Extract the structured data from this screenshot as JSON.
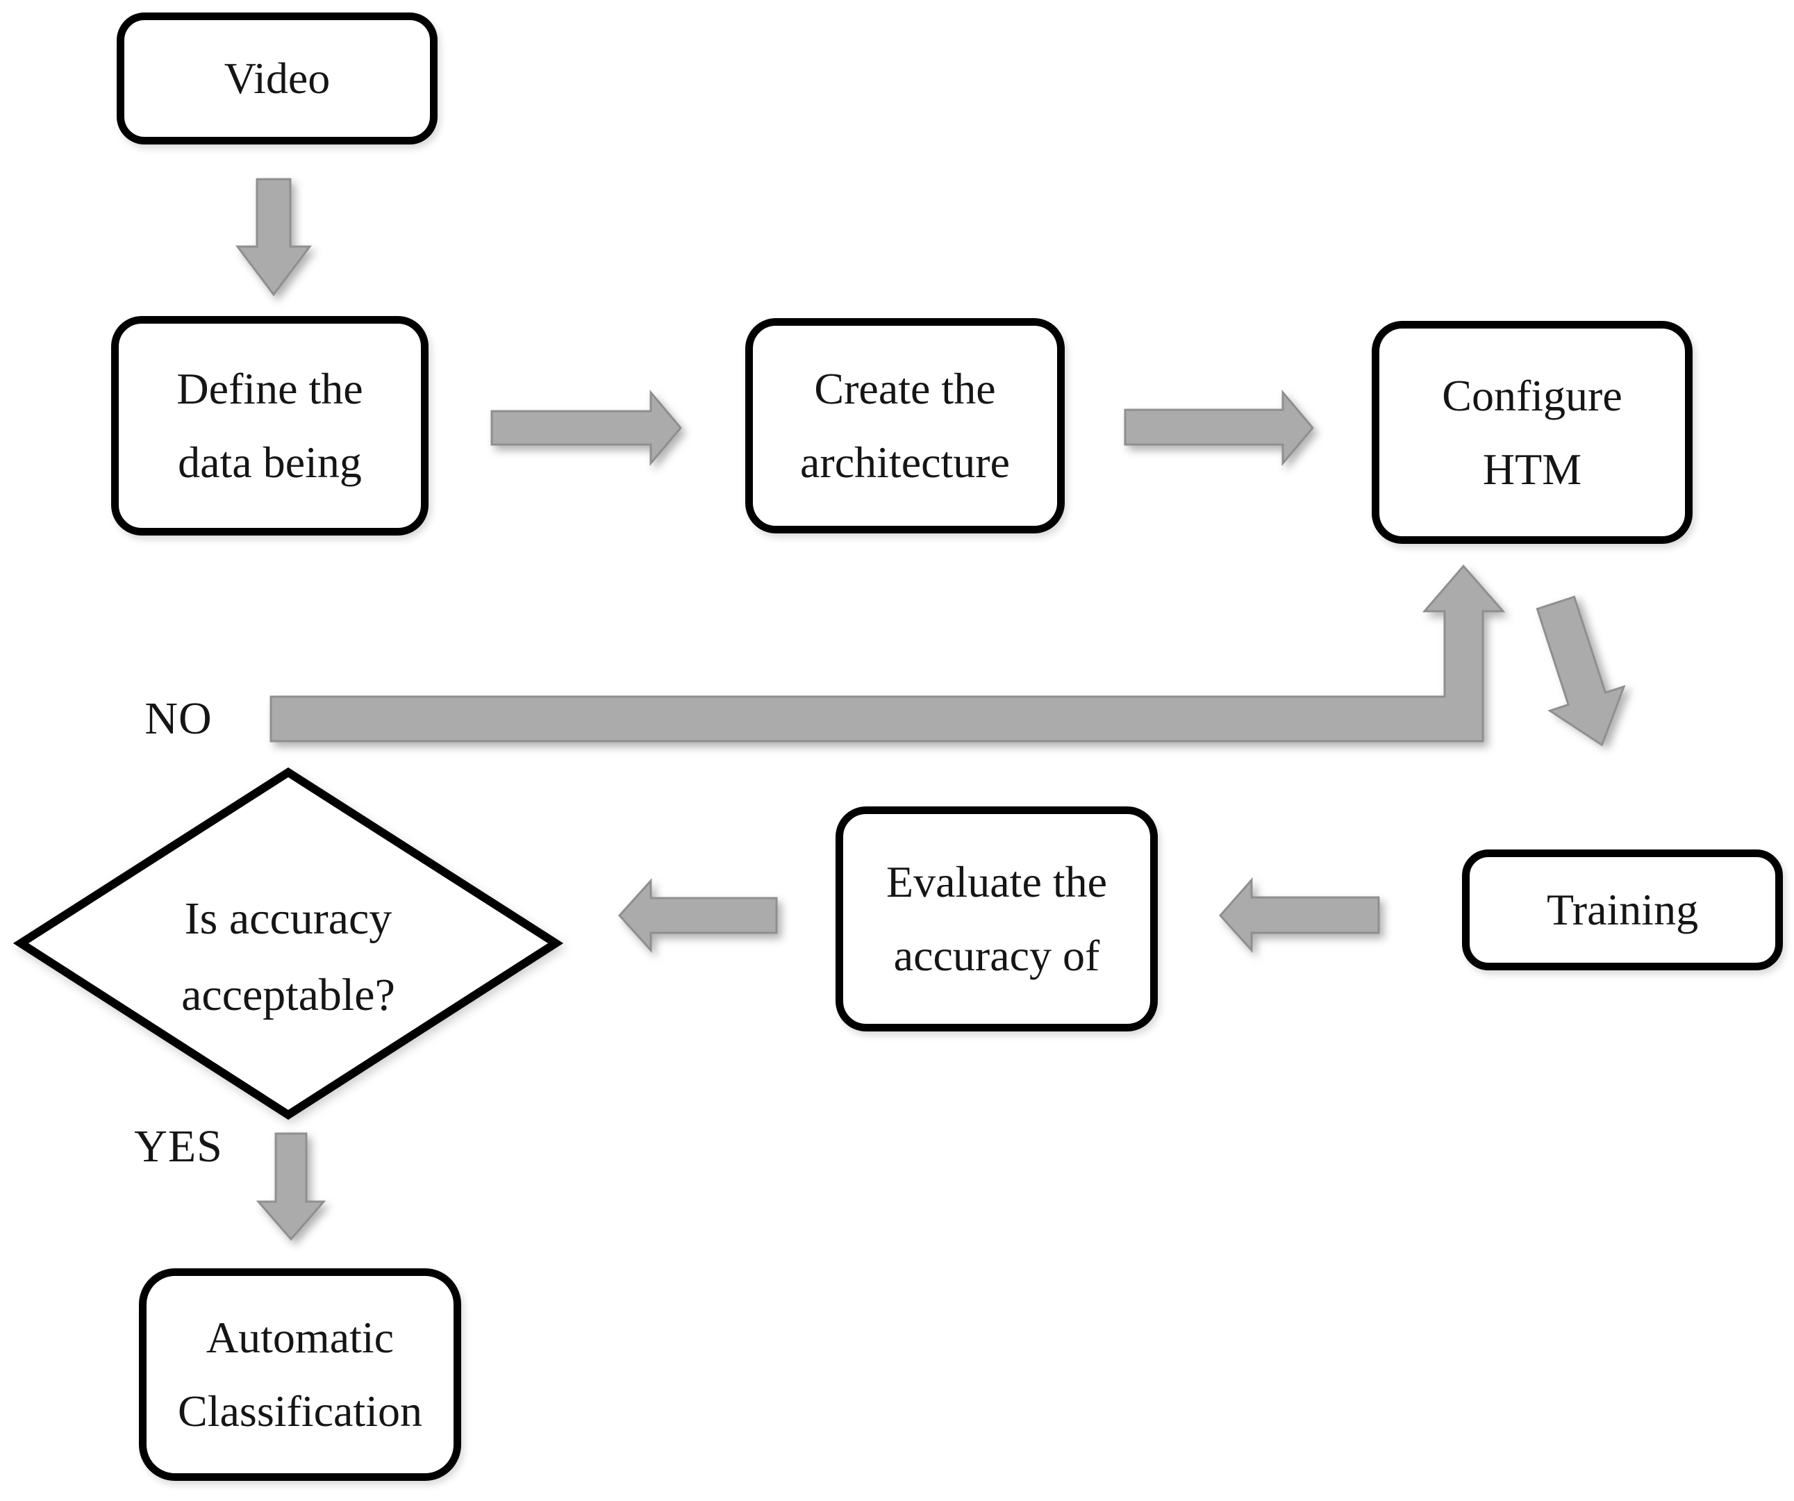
{
  "flowchart": {
    "nodes": {
      "video": {
        "lines": [
          "Video"
        ]
      },
      "define": {
        "lines": [
          "Define the",
          "data being"
        ]
      },
      "create": {
        "lines": [
          "Create the",
          "architecture"
        ]
      },
      "configure": {
        "lines": [
          "Configure",
          "HTM"
        ]
      },
      "training": {
        "lines": [
          "Training"
        ]
      },
      "evaluate": {
        "lines": [
          "Evaluate the",
          "accuracy of"
        ]
      },
      "decision": {
        "lines": [
          "Is accuracy",
          "acceptable?"
        ]
      },
      "automatic": {
        "lines": [
          "Automatic",
          "Classification"
        ]
      }
    },
    "branch_labels": {
      "no": "NO",
      "yes": "YES"
    },
    "connectors": [
      {
        "name": "video-to-define",
        "direction": "down"
      },
      {
        "name": "define-to-create",
        "direction": "right"
      },
      {
        "name": "create-to-configure",
        "direction": "right"
      },
      {
        "name": "configure-to-training",
        "direction": "down-right"
      },
      {
        "name": "training-to-evaluate",
        "direction": "left"
      },
      {
        "name": "evaluate-to-decision",
        "direction": "left"
      },
      {
        "name": "decision-no-to-configure",
        "direction": "left-then-up",
        "label": "NO"
      },
      {
        "name": "decision-yes-to-automatic",
        "direction": "down",
        "label": "YES"
      }
    ],
    "colors": {
      "background": "#ffffff",
      "node_fill": "#ffffff",
      "node_border": "#000000",
      "text": "#151515",
      "arrow_fill": "#ababab",
      "arrow_outline": "#8f8f8f"
    }
  }
}
